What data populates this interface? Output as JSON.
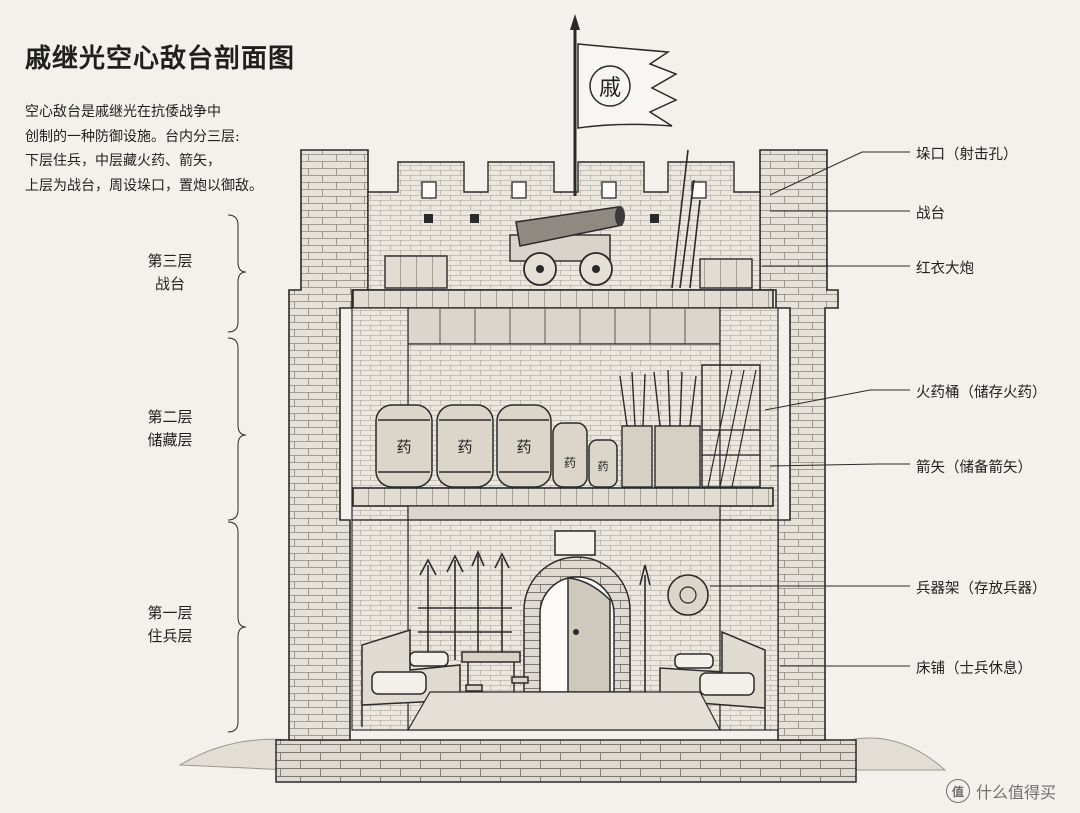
{
  "title": "戚继光空心敌台剖面图",
  "intro": "空心敌台是戚继光在抗倭战争中\n创制的一种防御设施。台内分三层:\n下层住兵，中层藏火药、箭矢，\n上层为战台，周设垛口，置炮以御敌。",
  "floors": [
    {
      "line1": "第三层",
      "line2": "战台"
    },
    {
      "line1": "第二层",
      "line2": "储藏层"
    },
    {
      "line1": "第一层",
      "line2": "住兵层"
    }
  ],
  "callouts": [
    "垛口（射击孔）",
    "战台",
    "红衣大炮",
    "火药桶（储存火药）",
    "箭矢（储备箭矢）",
    "兵器架（存放兵器）",
    "床铺（士兵休息）"
  ],
  "flag_char": "戚",
  "barrel_char": "药",
  "watermark": "什么值得买",
  "watermark_logo": "值",
  "colors": {
    "ink": "#2a2a2a",
    "paper": "#f3f1ec",
    "brick": "#e6e2da"
  }
}
